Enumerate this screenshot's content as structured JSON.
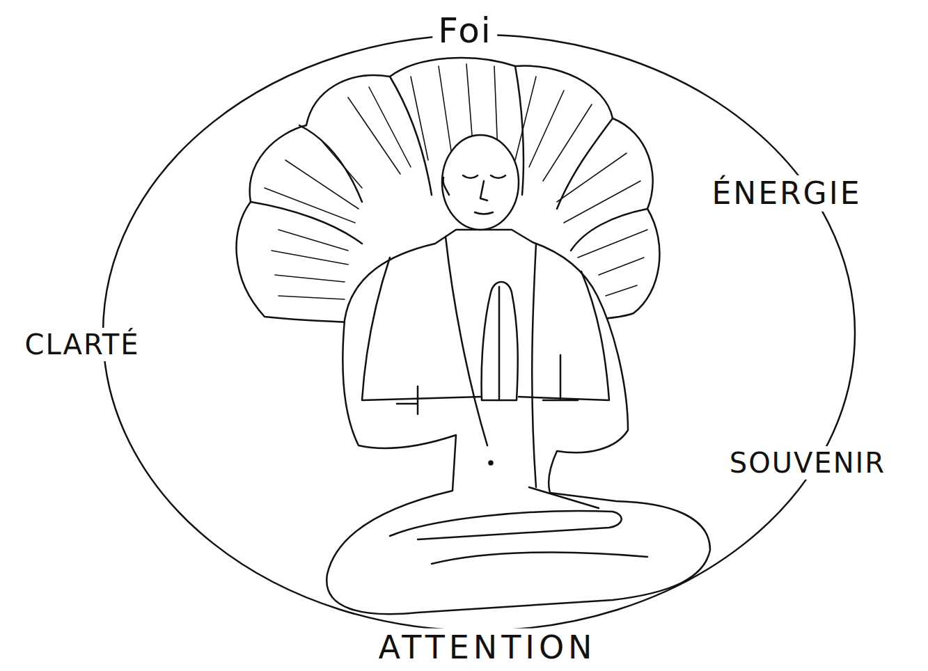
{
  "diagram": {
    "labels": [
      "Foi",
      "ÉNERGIE",
      "SOUVENIR",
      "ATTENTION",
      "CLARTÉ"
    ]
  }
}
